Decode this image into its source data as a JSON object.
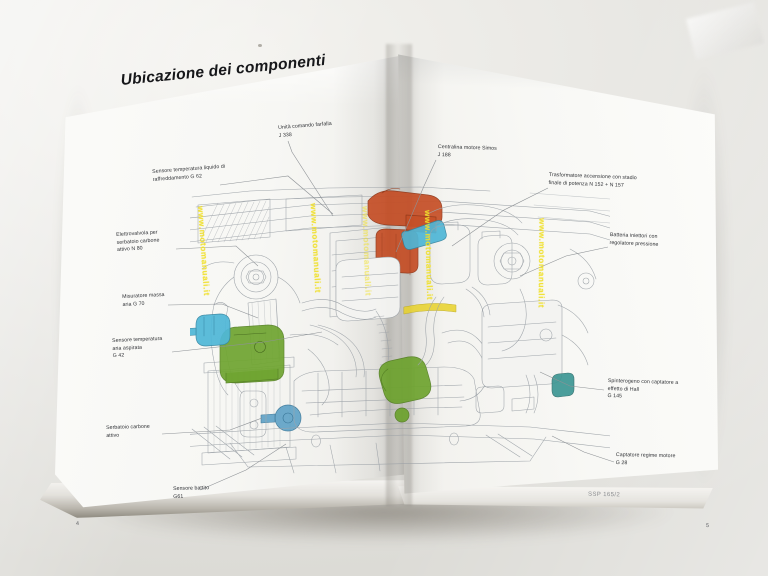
{
  "document": {
    "title": "Ubicazione dei componenti",
    "reference_code": "SSP 165/2",
    "page_left_folio": "4",
    "page_right_folio": "5",
    "watermark": "www.motomanuali.it"
  },
  "left_page": {
    "callouts": [
      {
        "name": "throttle-control-unit",
        "text": "Unità comando farfalla\nJ 338"
      },
      {
        "name": "coolant-temperature-sensor",
        "text": "Sensore temperatura liquido di\nraffreddamento G 62"
      },
      {
        "name": "carbon-canister-solenoid",
        "text": "Elettrovalvola per\nserbatoio carbone\nattivo N 80"
      },
      {
        "name": "air-mass-meter",
        "text": "Misuratore massa\naria G 70"
      },
      {
        "name": "intake-air-temp-sensor",
        "text": "Sensore temperatura\naria aspirata\nG 42"
      },
      {
        "name": "active-carbon-canister",
        "text": "Serbatoio carbone\nattivo"
      },
      {
        "name": "knock-sensor",
        "text": "Sensore battito\nG61"
      }
    ]
  },
  "right_page": {
    "callouts": [
      {
        "name": "engine-control-unit-simos",
        "text": "Centralina motore Simos\nJ 188"
      },
      {
        "name": "ignition-transformer",
        "text": "Trasformatore accensione con stadio\nfinale di potenza N 152 + N 157"
      },
      {
        "name": "injector-rail-pressure-reg",
        "text": "Batteria iniettori con\nregolatore pressione"
      },
      {
        "name": "distributor-hall-sender",
        "text": "Spinterogeno con captatore a\neffetto di Hall\nG 145"
      },
      {
        "name": "engine-speed-sender",
        "text": "Captatore regime motore\nG 28"
      }
    ]
  },
  "illustration": {
    "description": "engine-bay-line-drawing",
    "highlight_colors": {
      "orange": "#c4491f",
      "green": "#68a026",
      "cyan": "#46b3d6",
      "blue": "#5a9fc4",
      "yellow": "#e8d22a",
      "teal": "#2f8f8c"
    },
    "line_color": "#9aa0a6"
  }
}
